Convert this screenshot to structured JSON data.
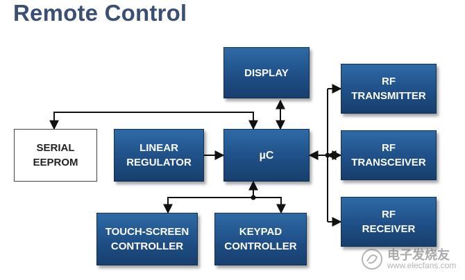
{
  "title": "Remote Control",
  "blocks": {
    "display": "DISPLAY",
    "rf_transmitter": "RF\nTRANSMITTER",
    "serial_eeprom": "SERIAL\nEEPROM",
    "linear_regulator": "LINEAR\nREGULATOR",
    "microcontroller": "µC",
    "rf_transceiver": "RF\nTRANSCEIVER",
    "touch_screen_controller": "TOUCH-SCREEN\nCONTROLLER",
    "keypad_controller": "KEYPAD\nCONTROLLER",
    "rf_receiver": "RF\nRECEIVER"
  },
  "watermark": {
    "brand_cn": "电子发烧友",
    "url": "www.elecfans.com"
  },
  "colors": {
    "title": "#3b4f73",
    "block_fill": "#1f4f86",
    "wire": "#111111"
  }
}
